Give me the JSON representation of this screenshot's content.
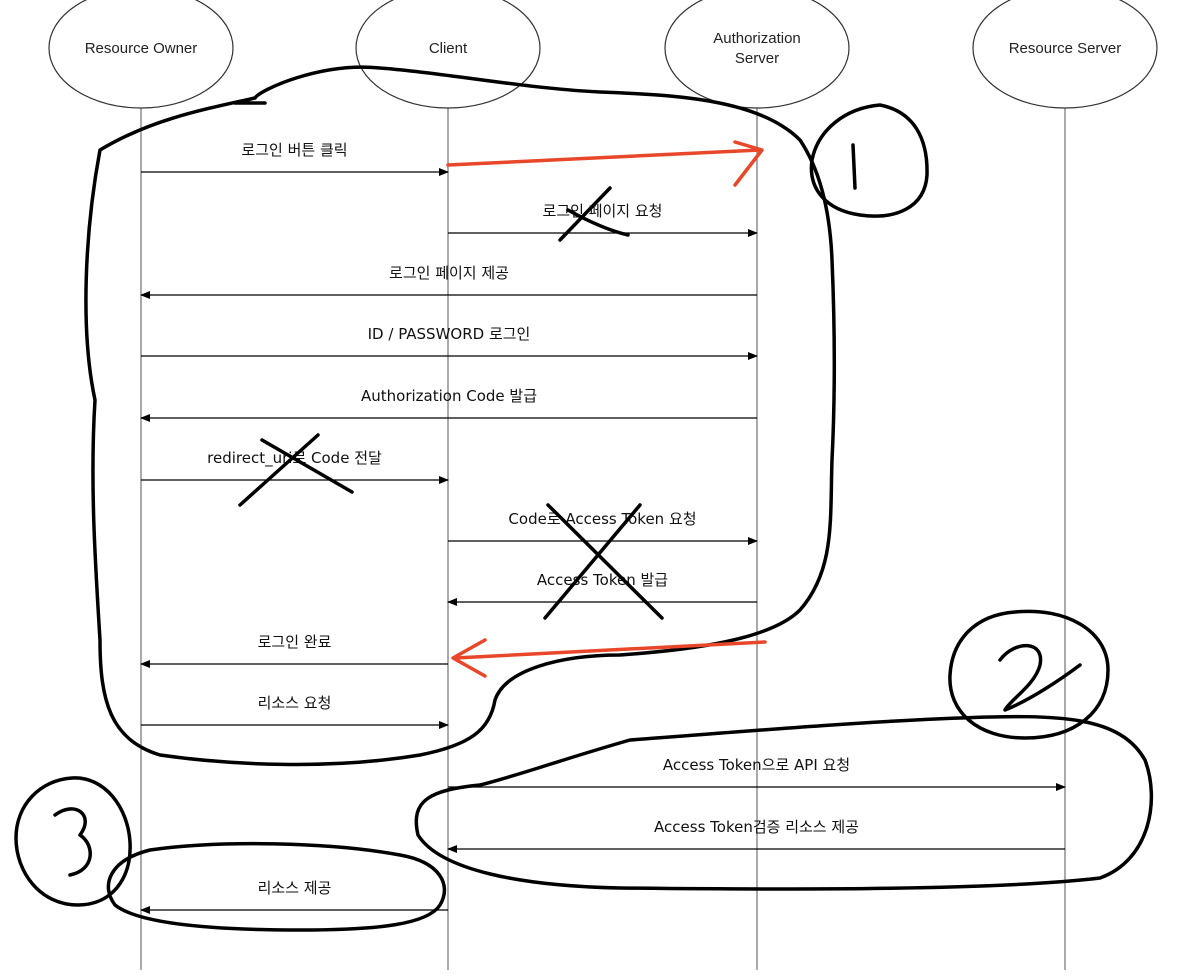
{
  "actors": [
    {
      "id": "resource-owner",
      "lines": [
        "Resource Owner"
      ]
    },
    {
      "id": "client",
      "lines": [
        "Client"
      ]
    },
    {
      "id": "authorization-server",
      "lines": [
        "Authorization",
        "Server"
      ]
    },
    {
      "id": "resource-server",
      "lines": [
        "Resource Server"
      ]
    }
  ],
  "messages": [
    {
      "id": "login-button-click",
      "label": "로그인 버튼 클릭",
      "from": "resource-owner",
      "to": "client"
    },
    {
      "id": "login-page-request",
      "label": "로그인 페이지 요청",
      "from": "client",
      "to": "authorization-server"
    },
    {
      "id": "login-page-provide",
      "label": "로그인 페이지 제공",
      "from": "authorization-server",
      "to": "resource-owner"
    },
    {
      "id": "id-password-login",
      "label": "ID / PASSWORD 로그인",
      "from": "resource-owner",
      "to": "authorization-server"
    },
    {
      "id": "auth-code-issue",
      "label": "Authorization Code 발급",
      "from": "authorization-server",
      "to": "resource-owner"
    },
    {
      "id": "redirect-code-deliver",
      "label": "redirect_uri로 Code 전달",
      "from": "resource-owner",
      "to": "client"
    },
    {
      "id": "code-token-request",
      "label": "Code로 Access Token 요청",
      "from": "client",
      "to": "authorization-server"
    },
    {
      "id": "access-token-issue",
      "label": "Access Token 발급",
      "from": "authorization-server",
      "to": "client"
    },
    {
      "id": "login-complete",
      "label": "로그인 완료",
      "from": "client",
      "to": "resource-owner"
    },
    {
      "id": "resource-request",
      "label": "리소스 요청",
      "from": "resource-owner",
      "to": "client"
    },
    {
      "id": "api-request",
      "label": "Access Token으로 API 요청",
      "from": "client",
      "to": "resource-server"
    },
    {
      "id": "token-verify-resource",
      "label": "Access Token검증 리소스 제공",
      "from": "resource-server",
      "to": "client"
    },
    {
      "id": "resource-provide",
      "label": "리소스 제공",
      "from": "client",
      "to": "resource-owner"
    }
  ],
  "annotations": {
    "numbers": [
      "1",
      "2",
      "3"
    ],
    "ink_color": "#000000",
    "red_arrow_color": "#e8472a",
    "crossed_out_messages": [
      "login-page-request",
      "redirect-code-deliver",
      "code-token-request",
      "access-token-issue"
    ]
  }
}
